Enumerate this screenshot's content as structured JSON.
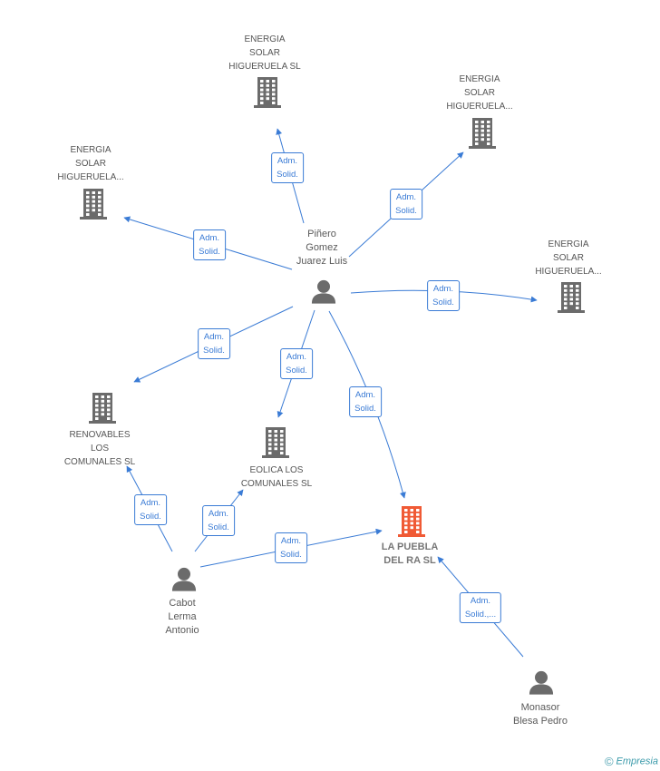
{
  "nodes": [
    {
      "id": "n1",
      "kind": "company",
      "name": [
        "ENERGIA",
        "SOLAR",
        "HIGUERUELA SL"
      ]
    },
    {
      "id": "n2",
      "kind": "company",
      "name": [
        "ENERGIA",
        "SOLAR",
        "HIGUERUELA..."
      ]
    },
    {
      "id": "n3",
      "kind": "company",
      "name": [
        "ENERGIA",
        "SOLAR",
        "HIGUERUELA..."
      ]
    },
    {
      "id": "n4",
      "kind": "company",
      "name": [
        "ENERGIA",
        "SOLAR",
        "HIGUERUELA..."
      ]
    },
    {
      "id": "n5",
      "kind": "person",
      "name": [
        "Piñero",
        "Gomez",
        "Juarez Luis"
      ]
    },
    {
      "id": "n6",
      "kind": "company",
      "name": [
        "RENOVABLES",
        "LOS",
        "COMUNALES SL"
      ]
    },
    {
      "id": "n7",
      "kind": "company",
      "name": [
        "EOLICA LOS",
        "COMUNALES SL"
      ]
    },
    {
      "id": "n8",
      "kind": "company-focus",
      "name": [
        "LA PUEBLA",
        "DEL RA SL"
      ]
    },
    {
      "id": "n9",
      "kind": "person",
      "name": [
        "Cabot",
        "Lerma",
        "Antonio"
      ]
    },
    {
      "id": "n10",
      "kind": "person",
      "name": [
        "Monasor",
        "Blesa Pedro"
      ]
    }
  ],
  "edges": [
    {
      "from": "n5",
      "to": "n1",
      "label": [
        "Adm.",
        "Solid."
      ]
    },
    {
      "from": "n5",
      "to": "n3",
      "label": [
        "Adm.",
        "Solid."
      ]
    },
    {
      "from": "n5",
      "to": "n2",
      "label": [
        "Adm.",
        "Solid."
      ]
    },
    {
      "from": "n5",
      "to": "n4",
      "label": [
        "Adm.",
        "Solid."
      ]
    },
    {
      "from": "n5",
      "to": "n6",
      "label": [
        "Adm.",
        "Solid."
      ]
    },
    {
      "from": "n5",
      "to": "n7",
      "label": [
        "Adm.",
        "Solid."
      ]
    },
    {
      "from": "n5",
      "to": "n8",
      "label": [
        "Adm.",
        "Solid."
      ]
    },
    {
      "from": "n9",
      "to": "n6",
      "label": [
        "Adm.",
        "Solid."
      ]
    },
    {
      "from": "n9",
      "to": "n7",
      "label": [
        "Adm.",
        "Solid."
      ]
    },
    {
      "from": "n9",
      "to": "n8",
      "label": [
        "Adm.",
        "Solid."
      ]
    },
    {
      "from": "n10",
      "to": "n8",
      "label": [
        "Adm.",
        "Solid.,..."
      ]
    }
  ],
  "colors": {
    "edge": "#3a7bd5",
    "company": "#6b6b6b",
    "focus": "#f05a35",
    "person": "#6b6b6b"
  },
  "footer": {
    "copyright": "©",
    "brand": "Empresia"
  }
}
